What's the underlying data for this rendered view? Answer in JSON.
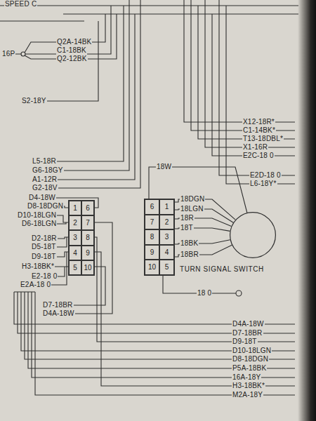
{
  "diagram": {
    "nodes": [
      {
        "text": [
          "1",
          "6",
          "2",
          "7",
          "3",
          "8",
          "4",
          "9",
          "5",
          "10"
        ]
      },
      {
        "text": [
          "6",
          "1",
          "7",
          "2",
          "8",
          "3",
          "9",
          "4",
          "10",
          "5"
        ]
      },
      {
        "text": [
          "TURN SIGNAL SWITCH"
        ]
      }
    ],
    "edges": [
      {
        "from": 1,
        "to": 2,
        "arrow": "none",
        "label": "18W"
      },
      {
        "from": 1,
        "to": 2,
        "arrow": "none",
        "label": "18DGN"
      },
      {
        "from": 1,
        "to": 2,
        "arrow": "none",
        "label": "18LGN"
      },
      {
        "from": 1,
        "to": 2,
        "arrow": "none",
        "label": "18R"
      },
      {
        "from": 1,
        "to": 2,
        "arrow": "none",
        "label": "18T"
      },
      {
        "from": 1,
        "to": 2,
        "arrow": "none",
        "label": "18BK"
      },
      {
        "from": 1,
        "to": 2,
        "arrow": "none",
        "label": "18BR"
      }
    ],
    "labels": [
      "SPEED C",
      "16P",
      "Q2A-14BK",
      "C1-18BK",
      "Q2-12BK",
      "S2-18Y",
      "X12-18R*",
      "C1-14BK*",
      "T13-18DBL*",
      "X1-16R",
      "E2C-18 0",
      "L5-18R",
      "G6-18GY",
      "A1-12R",
      "E2D-18 0",
      "L6-18Y*",
      "G2-18V",
      "D4-18W",
      "D8-18DGN",
      "D10-18LGN",
      "D6-18LGN",
      "D2-18R",
      "D5-18T",
      "D9-18T",
      "H3-18BK*",
      "E2-18 0",
      "E2A-18 0",
      "18 0",
      "D7-18BR",
      "D4A-18W",
      "D4A-18W",
      "D7-18BR",
      "D9-18T",
      "D10-18LGN",
      "D8-18DGN",
      "P5A-18BK",
      "16A-18Y",
      "H3-18BK*",
      "M2A-18Y"
    ]
  }
}
